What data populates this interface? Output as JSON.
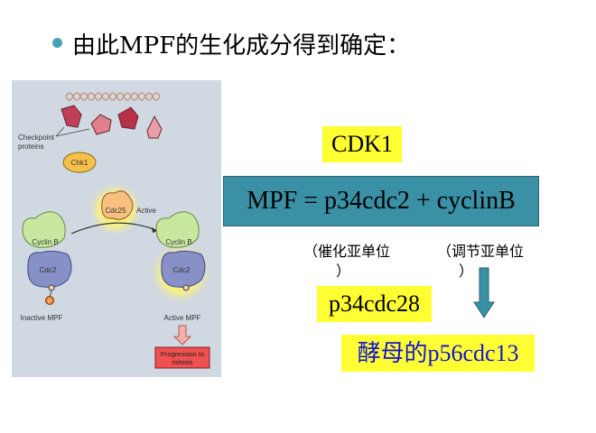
{
  "slide": {
    "title": "由此MPF的生化成分得到确定：",
    "cdk": "CDK1",
    "mpf_formula": "MPF = p34cdc2   + cyclinB",
    "catalytic_open": "（催化亚单位",
    "catalytic_close": "）",
    "regulatory_open": "（调节亚单位",
    "regulatory_close": "）",
    "p28": "p34cdc28",
    "yeast": "酵母的p56cdc13"
  },
  "figure": {
    "checkpoint": "Checkpoint",
    "proteins": "proteins",
    "chk1": "Chk1",
    "cdc25": "Cdc25",
    "active": "Active",
    "cyclin": "Cyclin B",
    "cdc2": "Cdc2",
    "p": "P",
    "inactive_mpf": "Inactive MPF",
    "active_mpf": "Active MPF",
    "progression1": "Progression to",
    "progression2": "mitosis"
  },
  "colors": {
    "accent": "#3a91a6",
    "highlight": "#ffff33",
    "blue_text": "#1515d0"
  }
}
